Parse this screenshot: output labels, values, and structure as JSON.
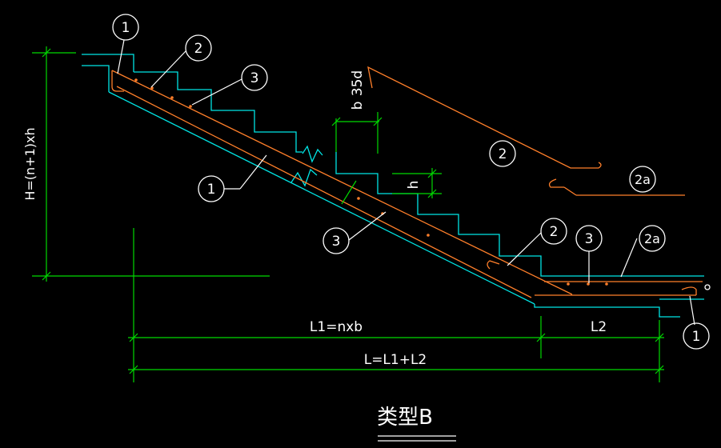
{
  "colors": {
    "background": "#000000",
    "stair_outline": "#00e5e5",
    "rebar": "#ff7f2a",
    "dimension": "#00d900",
    "text": "#ffffff"
  },
  "callouts": {
    "top_left_1": "1",
    "top_left_2": "2",
    "top_left_3": "3",
    "mid_left_1": "1",
    "mid_3": "3",
    "detail_2": "2",
    "detail_2a": "2a",
    "bottom_2": "2",
    "bottom_3": "3",
    "bottom_2a": "2a",
    "bottom_right_1": "1"
  },
  "dimensions": {
    "height": "H=(n+1)xh",
    "anchorage": "35d",
    "tread": "b",
    "riser": "h",
    "flight_length": "L1=nxb",
    "landing_length": "L2",
    "total_length": "L=L1+L2"
  },
  "title": "类型B"
}
